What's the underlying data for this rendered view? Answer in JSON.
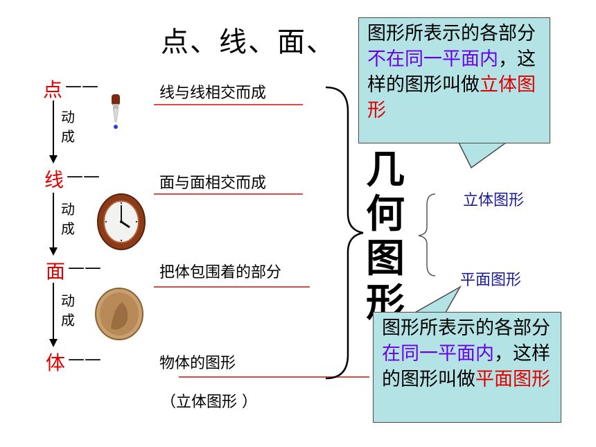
{
  "title": "点、线、面、",
  "chain": [
    {
      "term": "点",
      "dash": "——",
      "description": "线与线相交而成"
    },
    {
      "term": "线",
      "dash": "——",
      "description": "面与面相交而成"
    },
    {
      "term": "面",
      "dash": "——",
      "description": "把体包围着的部分"
    },
    {
      "term": "体",
      "dash": "——",
      "description": "物体的图形"
    }
  ],
  "motion_label": [
    "动",
    "成"
  ],
  "note": "（立体图形 ）",
  "geometry_label": [
    "几",
    "何",
    "图",
    "形"
  ],
  "categories": [
    "立体图形",
    "平面图形"
  ],
  "callout_solid": {
    "part1": "图形所表示的各部分",
    "emph1": "不在同一平面内",
    "part2": "，这样的图形叫做",
    "emph2": "立体图形"
  },
  "callout_plane": {
    "part1": "图形所表示的各部分",
    "emph1": "在同一平面内",
    "part2": "，这样的图形叫做",
    "emph2": "平面图形"
  },
  "icons": [
    "dropper-icon",
    "clock-icon",
    "coin-icon"
  ],
  "colors": {
    "term": "#e00000",
    "underline": "#e04848",
    "callout_bg": "#b4e3e5",
    "highlight": "#6a00e6",
    "category": "#1a1a9a"
  }
}
